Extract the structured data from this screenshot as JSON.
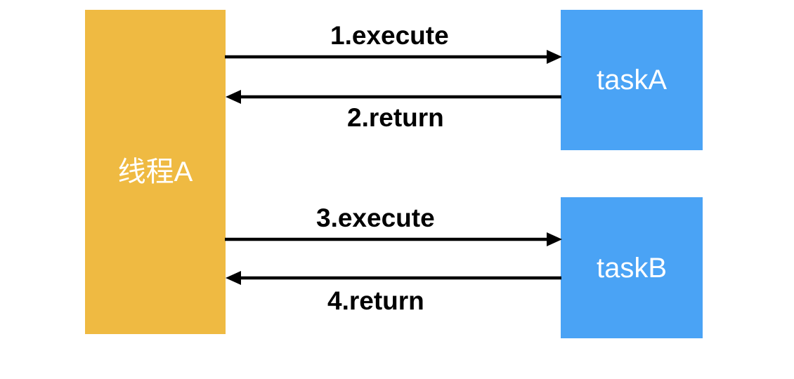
{
  "diagram": {
    "title": "thread-task-execution-sequence",
    "background": "#ffffff",
    "colors": {
      "thread_fill": "#efba42",
      "task_fill": "#4aa3f5",
      "arrow_stroke": "#000000",
      "box_text": "#ffffff",
      "label_text": "#000000"
    },
    "nodes": [
      {
        "id": "thread",
        "label": "线程A",
        "fill": "#efba42"
      },
      {
        "id": "taskA",
        "label": "taskA",
        "fill": "#4aa3f5"
      },
      {
        "id": "taskB",
        "label": "taskB",
        "fill": "#4aa3f5"
      }
    ],
    "arrows": [
      {
        "id": "a1",
        "label": "1.execute",
        "from": "thread",
        "to": "taskA",
        "direction": "right"
      },
      {
        "id": "a2",
        "label": "2.return",
        "from": "taskA",
        "to": "thread",
        "direction": "left"
      },
      {
        "id": "a3",
        "label": "3.execute",
        "from": "thread",
        "to": "taskB",
        "direction": "right"
      },
      {
        "id": "a4",
        "label": "4.return",
        "from": "taskB",
        "to": "thread",
        "direction": "left"
      }
    ]
  }
}
